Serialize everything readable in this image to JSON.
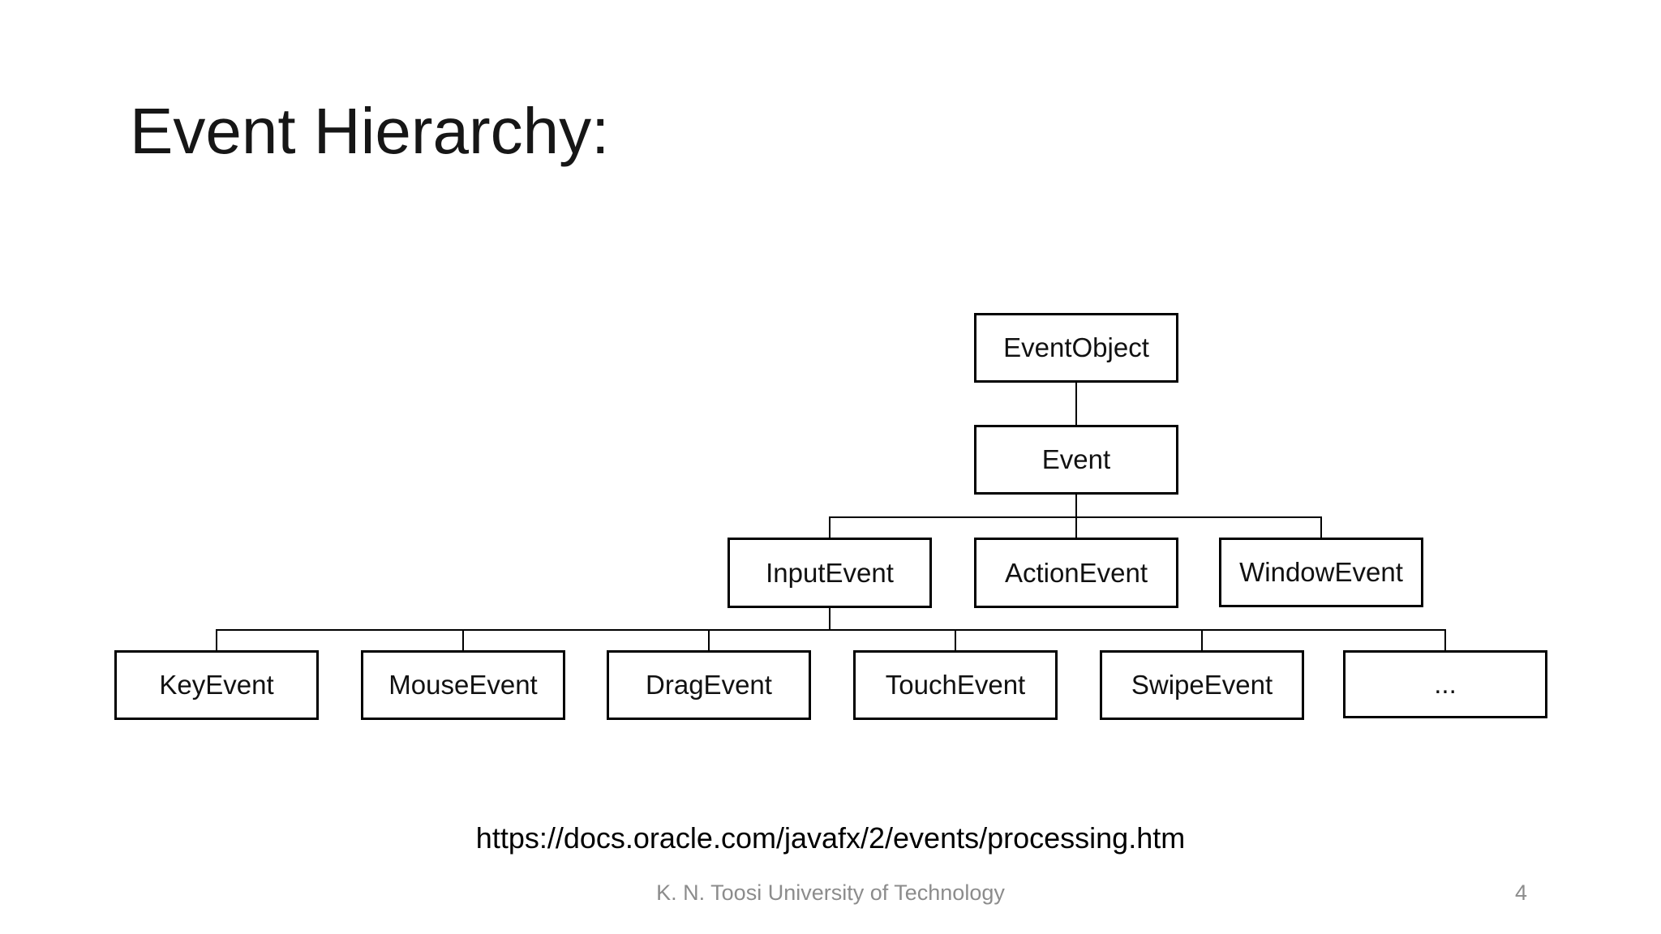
{
  "slide": {
    "title": "Event Hierarchy:",
    "source_url": "https://docs.oracle.com/javafx/2/events/processing.htm",
    "footer_text": "K. N. Toosi University of Technology",
    "slide_number": "4"
  },
  "colors": {
    "background": "#ffffff",
    "box_border": "#000000",
    "box_fill": "#ffffff",
    "connector": "#000000",
    "title_text": "#161616",
    "body_text": "#111111",
    "footer_text": "#8c8c8c"
  },
  "diagram": {
    "type": "tree",
    "description": "Class hierarchy of JavaFX event types",
    "nodes": [
      {
        "label": "EventObject",
        "parent": null
      },
      {
        "label": "Event",
        "parent": "EventObject"
      },
      {
        "label": "InputEvent",
        "parent": "Event"
      },
      {
        "label": "ActionEvent",
        "parent": "Event"
      },
      {
        "label": "WindowEvent",
        "parent": "Event"
      },
      {
        "label": "KeyEvent",
        "parent": "InputEvent"
      },
      {
        "label": "MouseEvent",
        "parent": "InputEvent"
      },
      {
        "label": "DragEvent",
        "parent": "InputEvent"
      },
      {
        "label": "TouchEvent",
        "parent": "InputEvent"
      },
      {
        "label": "SwipeEvent",
        "parent": "InputEvent"
      },
      {
        "label": "...",
        "parent": "InputEvent"
      }
    ]
  }
}
